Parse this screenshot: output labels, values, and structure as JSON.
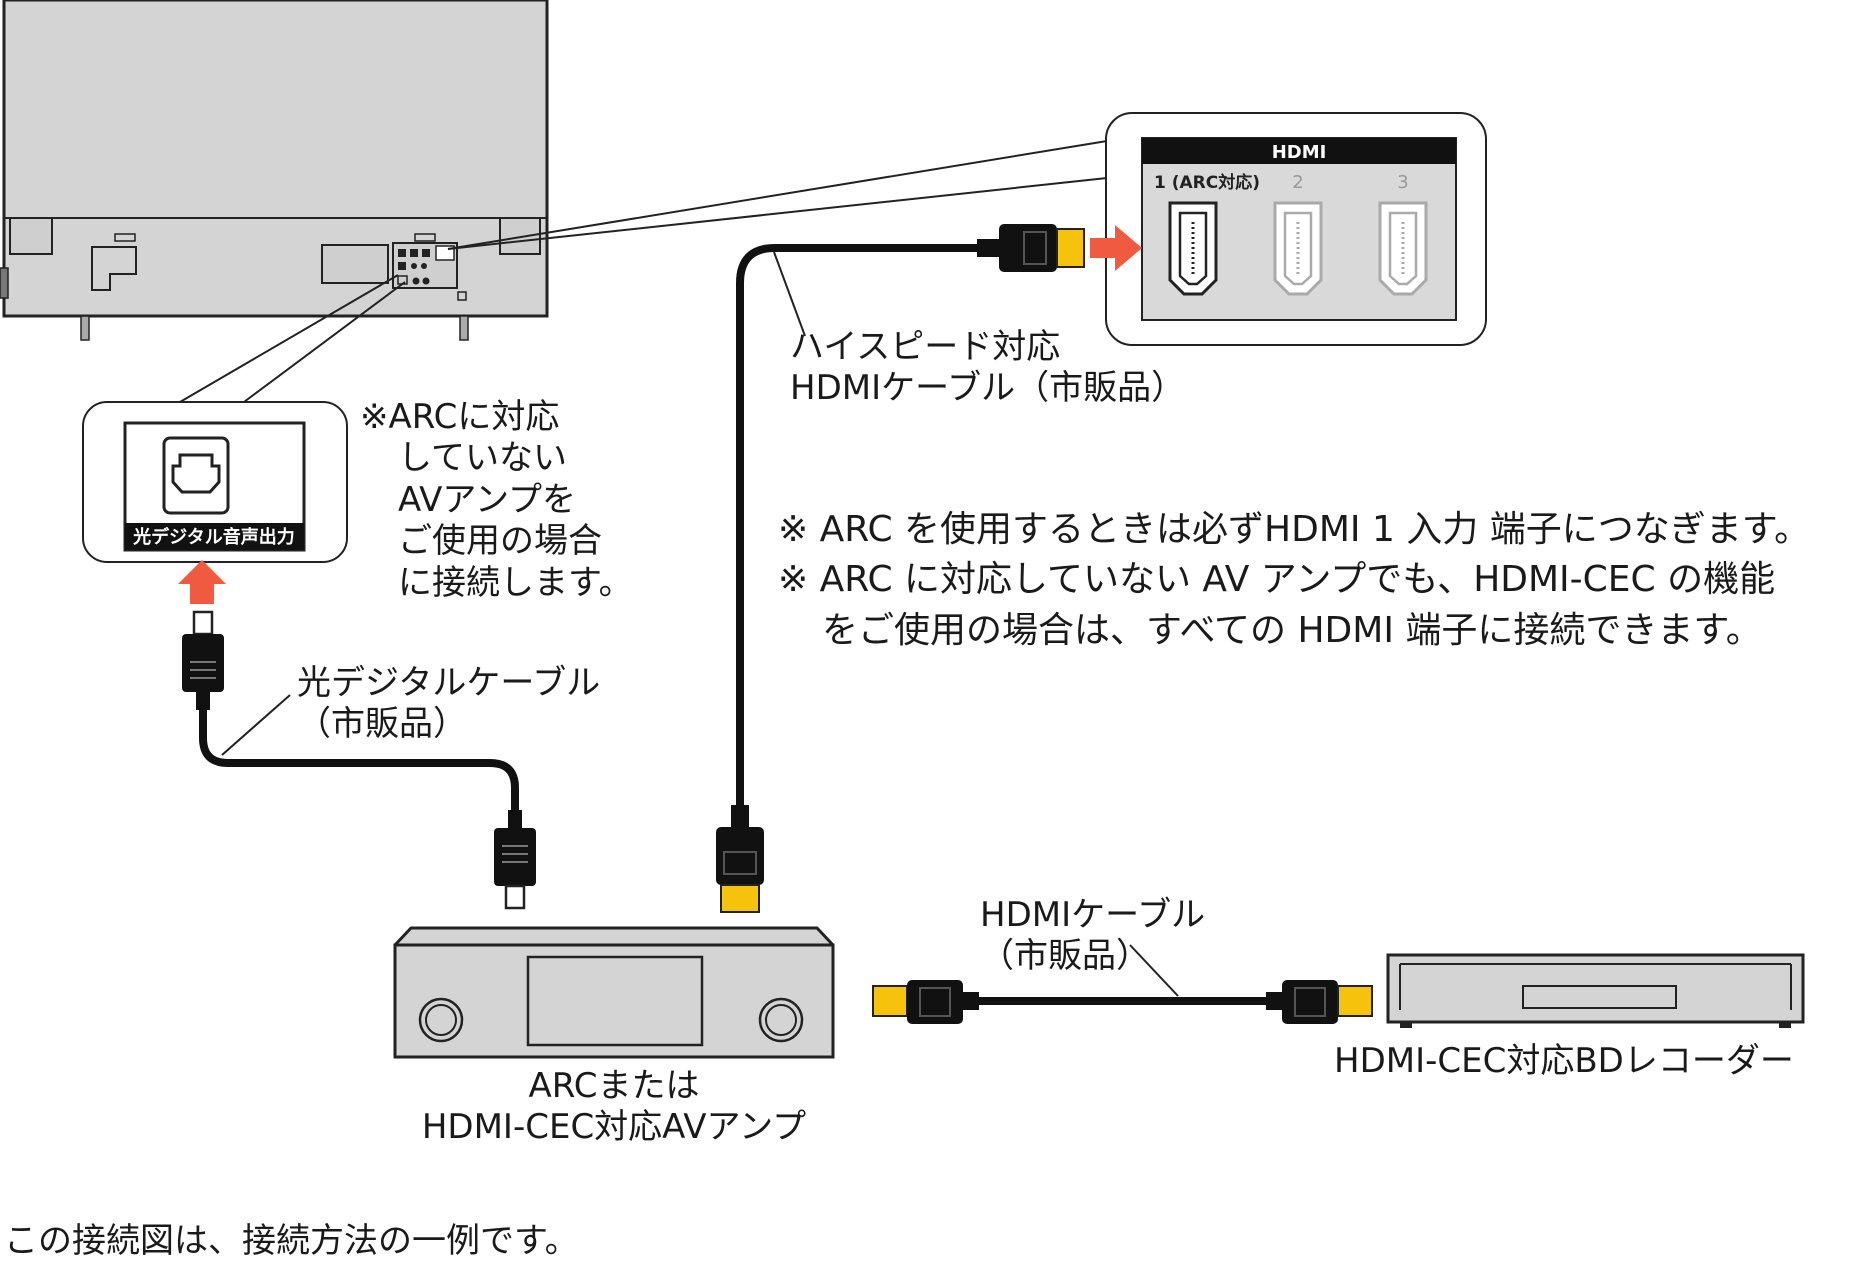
{
  "hdmi_panel": {
    "header": "HDMI",
    "port1_label": "1 (ARC対応)",
    "port2_label": "2",
    "port3_label": "3"
  },
  "optical_panel": {
    "port_label": "光デジタル音声出力"
  },
  "labels": {
    "optical_note": [
      "※ARCに対応",
      "していない",
      "AVアンプを",
      "ご使用の場合",
      "に接続します。"
    ],
    "highspeed_cable": [
      "ハイスピード対応",
      "HDMIケーブル（市販品）"
    ],
    "notes": [
      "※ ARC を使用するときは必ずHDMI 1 入力 端子につなぎます。",
      "※ ARC に対応していない AV アンプでも、HDMI-CEC の機能",
      "をご使用の場合は、すべての HDMI 端子に接続できます。"
    ],
    "optical_cable": [
      "光デジタルケーブル",
      "（市販品）"
    ],
    "hdmi_cable": [
      "HDMIケーブル",
      "（市販品）"
    ],
    "av_amp": [
      "ARCまたは",
      "HDMI-CEC対応AVアンプ"
    ],
    "bd_recorder": "HDMI-CEC対応BDレコーダー",
    "footer": "この接続図は、接続方法の一例です。"
  },
  "colors": {
    "device_gray": "#d4d4d4",
    "outline": "#222222",
    "arrow": "#ef5a40",
    "plug_gold": "#f5c20c",
    "panel_face": "#d9d9d9"
  }
}
